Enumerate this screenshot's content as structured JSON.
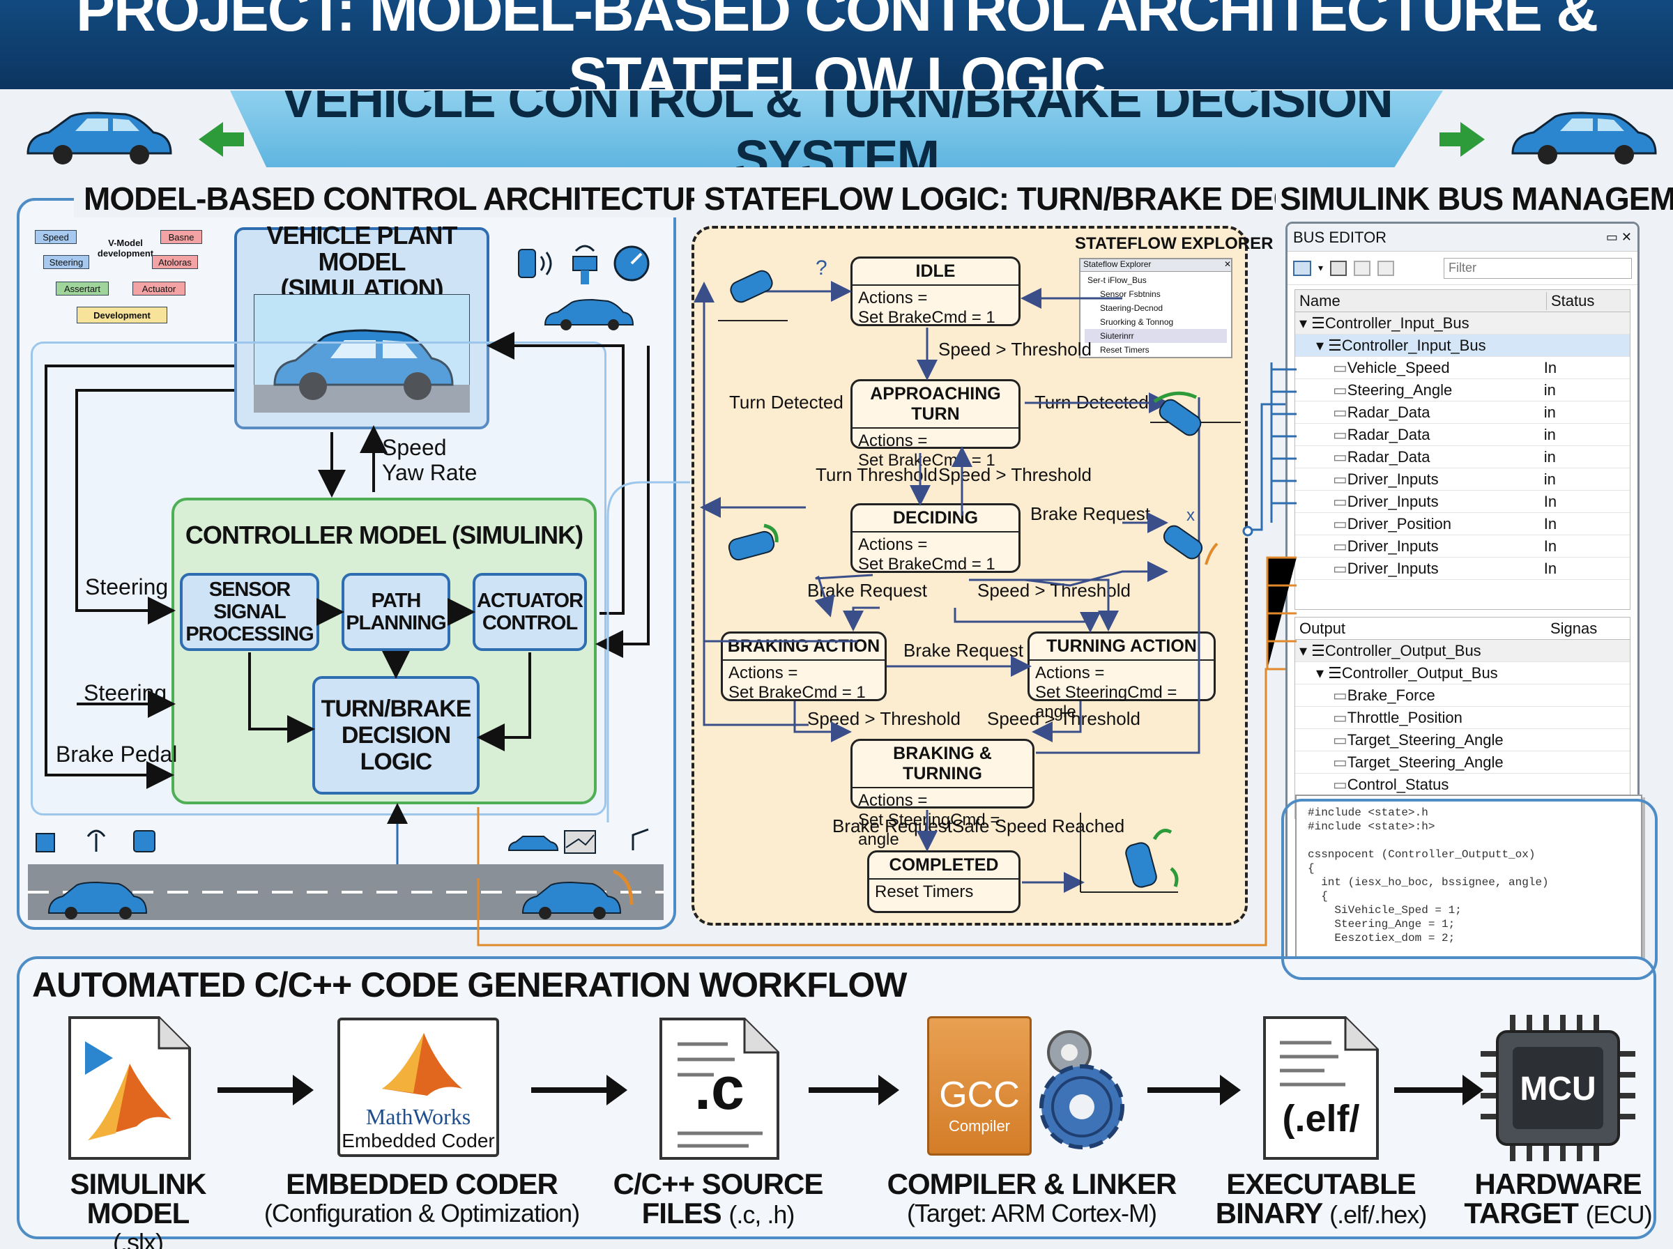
{
  "banner": {
    "title": "PROJECT: MODEL-BASED CONTROL ARCHITECTURE & STATEFLOW LOGIC",
    "subtitle": "VEHICLE CONTROL & TURN/BRAKE DECISION SYSTEM"
  },
  "left": {
    "title": "MODEL-BASED CONTROL ARCHITECTURE",
    "vmodel": {
      "title": "V-Model development",
      "speed": "Speed",
      "steering": "Steering",
      "assert": "Assertart",
      "bases": "Basne",
      "atolas": "Atoloras",
      "actuator": "Actuator",
      "dev": "Development"
    },
    "plant": "VEHICLE PLANT MODEL (SIMULATION)",
    "feedback": "Speed\nYaw Rate",
    "controller": "CONTROLLER MODEL (SIMULINK)",
    "sensor": "SENSOR SIGNAL PROCESSING",
    "path": "PATH PLANNING",
    "actuator": "ACTUATOR CONTROL",
    "decision": "TURN/BRAKE DECISION LOGIC",
    "in1": "Steering",
    "in2": "Steering",
    "in3": "Brake Pedal"
  },
  "mid": {
    "title": "STATEFLOW LOGIC: TURN/BRAKE DECISION",
    "explorer": {
      "title": "STATEFLOW EXPLORER",
      "window": "Stateflow Explorer",
      "items": [
        "Ser-t iFlow_Bus",
        "Sensor Fsbtnins",
        "Staering-Decnod",
        "Sruorking & Tonnog",
        "Siuterinrr",
        "Reset Timers"
      ]
    },
    "states": {
      "idle": {
        "name": "IDLE",
        "body": "Actions =\nSet BrakeCmd = 1"
      },
      "approach": {
        "name": "APPROACHING TURN",
        "body": "Actions =\nSet BrakeCmd = 1"
      },
      "deciding": {
        "name": "DECIDING",
        "body": "Actions =\nSet BrakeCmd = 1"
      },
      "braking": {
        "name": "BRAKING ACTION",
        "body": "Actions =\nSet BrakeCmd = 1"
      },
      "turning": {
        "name": "TURNING ACTION",
        "body": "Actions =\nSet SteeringCmd = angle"
      },
      "bt": {
        "name": "BRAKING & TURNING",
        "body": "Actions =\nSet SteeringCmd = angle"
      },
      "completed": {
        "name": "COMPLETED",
        "body": "Reset Timers"
      }
    },
    "labels": {
      "q": "?",
      "x": "x",
      "sp1": "Speed > Threshold",
      "td1": "Turn Detected",
      "td2": "Turn Detected",
      "tt": "Turn Threshold",
      "sp2": "Speed > Threshold",
      "br1": "Brake Request",
      "br2": "Brake Request",
      "sp3": "Speed > Threshold",
      "br3": "Brake Request",
      "sp4": "Speed > Threshold",
      "sp5": "Speed > Threshold",
      "br4": "Brake Request",
      "safe": "Safe Speed Reached"
    }
  },
  "right": {
    "title": "SIMULINK BUS MANAGEMENT",
    "editor": "BUS EDITOR",
    "filter": "Filter",
    "col_name": "Name",
    "col_status": "Status",
    "in_root": "Controller_Input_Bus",
    "in_sub": "Controller_Input_Bus",
    "inputs": [
      [
        "Vehicle_Speed",
        "In"
      ],
      [
        "Steering_Angle",
        "in"
      ],
      [
        "Radar_Data",
        "in"
      ],
      [
        "Radar_Data",
        "in"
      ],
      [
        "Radar_Data",
        "in"
      ],
      [
        "Driver_Inputs",
        "in"
      ],
      [
        "Driver_Inputs",
        "In"
      ],
      [
        "Driver_Position",
        "In"
      ],
      [
        "Driver_Inputs",
        "In"
      ],
      [
        "Driver_Inputs",
        "In"
      ]
    ],
    "col_output": "Output",
    "col_signals": "Signas",
    "out_root": "Controller_Output_Bus",
    "out_sub": "Controller_Output_Bus",
    "outputs": [
      "Brake_Force",
      "Throttle_Position",
      "Target_Steering_Angle",
      "Target_Steering_Angle",
      "Control_Status"
    ],
    "code": "#include <state>.h\n#include <state>:h>\n\ncssnpocent (Controller_Outputt_ox)\n{\n  int (iesx_ho_boc, bssignee, angle)\n  {\n    SiVehicle_Sped = 1;\n    Steering_Ange = 1;\n    Eeszotiex_dom = 2;\n\n    // If attesnation the coder be generated only\n    set_treks.comfptetio.tpma();"
  },
  "bottom": {
    "title": "AUTOMATED C/C++ CODE GENERATION WORKFLOW",
    "mathworks": "MathWorks",
    "ecoder": "Embedded Coder",
    "cfile": ".c",
    "gcc": "GCC",
    "compiler": "Compiler",
    "elf": "(.elf/",
    "mcu": "MCU",
    "steps": [
      {
        "name": "SIMULINK MODEL",
        "sub": "(.slx)"
      },
      {
        "name": "EMBEDDED CODER",
        "sub": "(Configuration & Optimization)"
      },
      {
        "name": "C/C++ SOURCE",
        "name2": "FILES",
        "sub": "(.c, .h)"
      },
      {
        "name": "COMPILER & LINKER",
        "sub": "(Target: ARM Cortex-M)"
      },
      {
        "name": "EXECUTABLE",
        "name2": "BINARY",
        "sub": "(.elf/.hex)"
      },
      {
        "name": "HARDWARE",
        "name2": "TARGET",
        "sub": "(ECU)"
      }
    ]
  },
  "colors": {
    "banner": "#124a80",
    "accent": "#4d8cc4",
    "green": "#4fae56",
    "orange": "#e08a2c"
  }
}
